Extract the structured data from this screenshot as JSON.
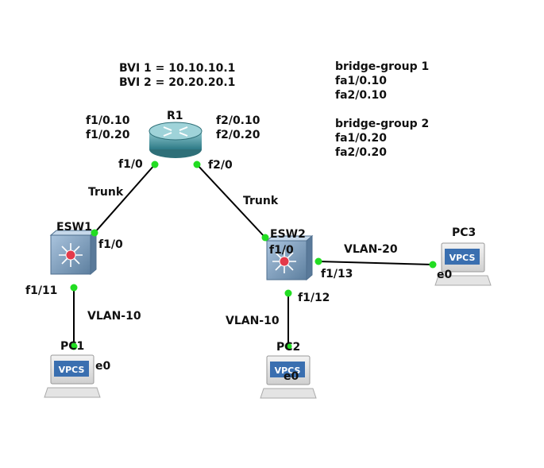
{
  "info": {
    "bvi": [
      "BVI 1 = 10.10.10.1",
      "BVI 2 = 20.20.20.1"
    ],
    "bridge_group_1": [
      "bridge-group 1",
      "fa1/0.10",
      "fa2/0.10"
    ],
    "bridge_group_2": [
      "bridge-group 2",
      "fa1/0.20",
      "fa2/0.20"
    ]
  },
  "devices": {
    "r1": {
      "name": "R1",
      "subif_left": [
        "f1/0.10",
        "f1/0.20"
      ],
      "subif_right": [
        "f2/0.10",
        "f2/0.20"
      ]
    },
    "esw1": {
      "name": "ESW1"
    },
    "esw2": {
      "name": "ESW2"
    },
    "pc1": {
      "name": "PC1",
      "badge": "VPCS"
    },
    "pc2": {
      "name": "PC2",
      "badge": "VPCS"
    },
    "pc3": {
      "name": "PC3",
      "badge": "VPCS"
    }
  },
  "ports": {
    "r1_f10": "f1/0",
    "r1_f20": "f2/0",
    "esw1_f10": "f1/0",
    "esw1_f111": "f1/11",
    "esw2_f10": "f1/0",
    "esw2_f112": "f1/12",
    "esw2_f113": "f1/13",
    "pc1_e0": "e0",
    "pc2_e0": "e0",
    "pc3_e0": "e0"
  },
  "links": {
    "r1_esw1": "Trunk",
    "r1_esw2": "Trunk",
    "esw1_pc1": "VLAN-10",
    "esw2_pc2": "VLAN-10",
    "esw2_pc3": "VLAN-20"
  },
  "colors": {
    "link": "#000000",
    "port_dot": "#22dd22",
    "switch_body": "#7f9fbf",
    "router_body": "#3f8f9a",
    "vpcs_badge": "#3a6fb0"
  }
}
